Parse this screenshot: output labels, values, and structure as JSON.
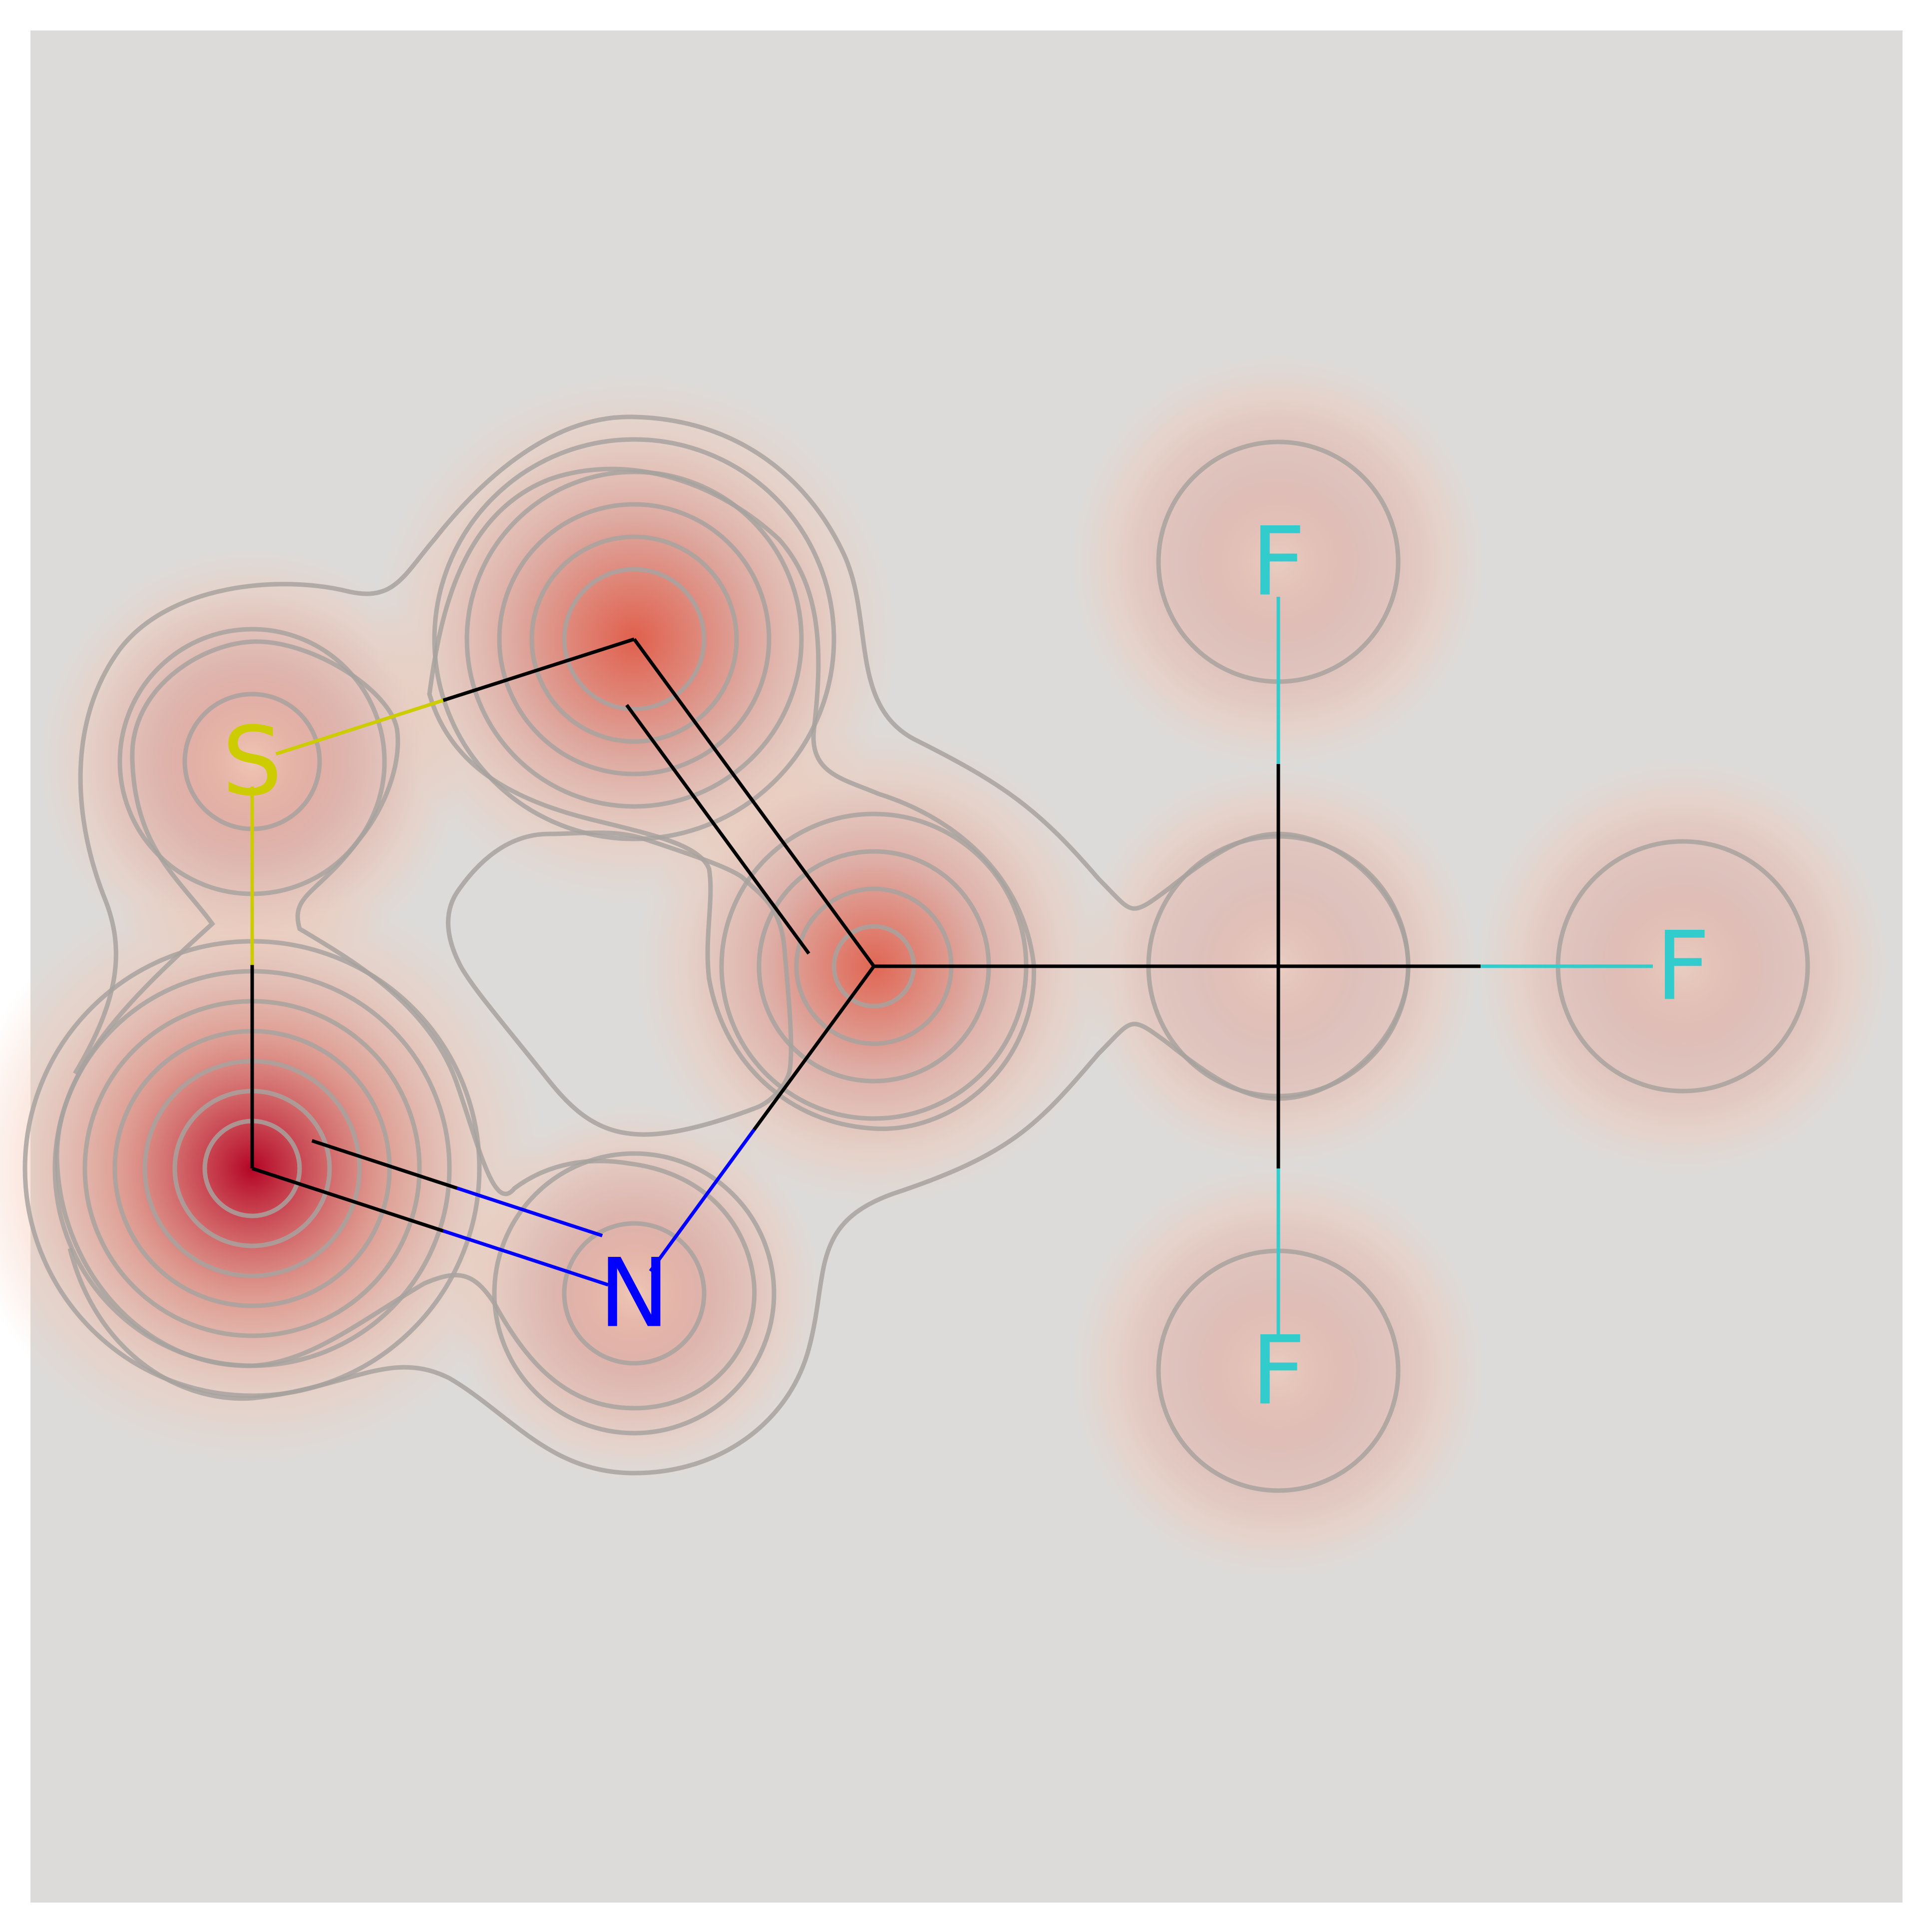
{
  "molecule": {
    "atoms": [
      {
        "id": "S1",
        "element": "S",
        "label": "S",
        "color": "#cccc00",
        "weight": 0.45
      },
      {
        "id": "C2",
        "element": "C",
        "label": "",
        "color": "#000000",
        "weight": 0.75
      },
      {
        "id": "C3",
        "element": "C",
        "label": "",
        "color": "#000000",
        "weight": 0.6
      },
      {
        "id": "N4",
        "element": "N",
        "label": "N",
        "color": "#0000ff",
        "weight": 0.4
      },
      {
        "id": "C5",
        "element": "C",
        "label": "",
        "color": "#000000",
        "weight": 1.0
      },
      {
        "id": "C6",
        "element": "C",
        "label": "",
        "color": "#000000",
        "weight": 0.15
      },
      {
        "id": "F7",
        "element": "F",
        "label": "F",
        "color": "#33cccc",
        "weight": 0.18
      },
      {
        "id": "F8",
        "element": "F",
        "label": "F",
        "color": "#33cccc",
        "weight": 0.18
      },
      {
        "id": "F9",
        "element": "F",
        "label": "F",
        "color": "#33cccc",
        "weight": 0.18
      }
    ],
    "bonds": [
      {
        "from": "S1",
        "to": "C2",
        "order": 1
      },
      {
        "from": "C2",
        "to": "C3",
        "order": 2
      },
      {
        "from": "C3",
        "to": "N4",
        "order": 1
      },
      {
        "from": "N4",
        "to": "C5",
        "order": 2
      },
      {
        "from": "C5",
        "to": "S1",
        "order": 1
      },
      {
        "from": "C3",
        "to": "C6",
        "order": 1
      },
      {
        "from": "C6",
        "to": "F7",
        "order": 1
      },
      {
        "from": "C6",
        "to": "F8",
        "order": 1
      },
      {
        "from": "C6",
        "to": "F9",
        "order": 1
      }
    ]
  },
  "colors": {
    "background": "#dddbd9",
    "heat_low": "#f4c2ad",
    "heat_mid": "#e0604d",
    "heat_high": "#b40426",
    "contour": "#a8a29f"
  }
}
